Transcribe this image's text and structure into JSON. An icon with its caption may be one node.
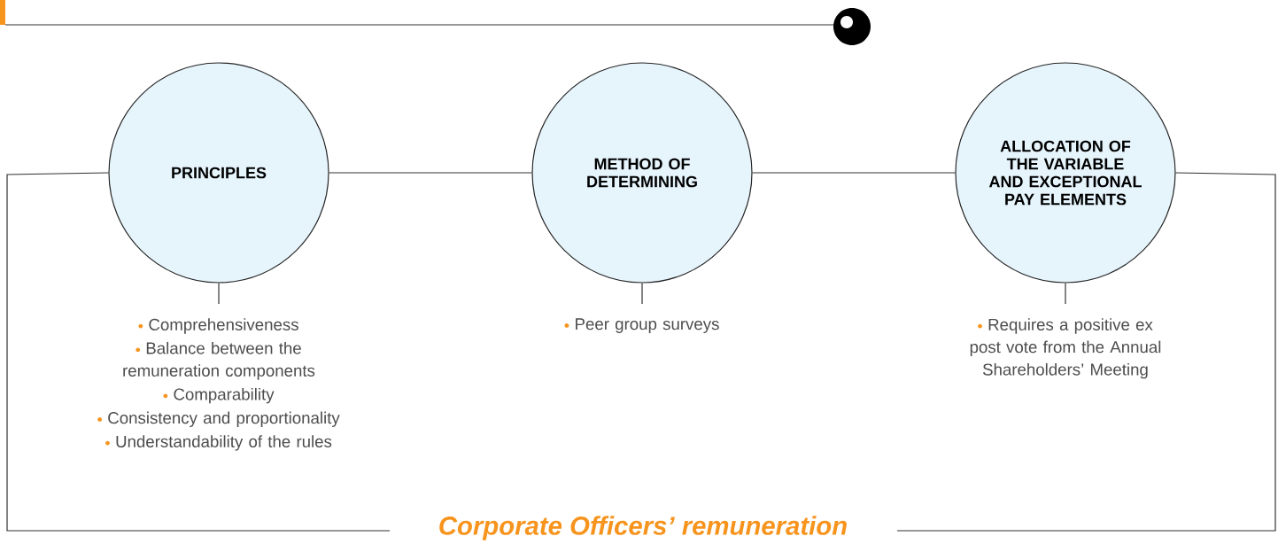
{
  "diagram": {
    "title": "Corporate Officers’ remuneration",
    "nodes": [
      {
        "text": [
          "PRINCIPLES"
        ]
      },
      {
        "text": [
          "METHOD OF DETERMINING"
        ]
      },
      {
        "text": [
          "ALLOCATION OF THE VARIABLE AND EXCEPTIONAL PAY ELEMENTS"
        ]
      },
      {
        "text": [
          "Comprehensiveness",
          "Balance between the remuneration components",
          "Comparability",
          "Consistency and proportionality",
          "Understandability of the rules"
        ]
      },
      {
        "text": [
          "Peer group surveys"
        ]
      },
      {
        "text": [
          "Requires a positive ex post vote from the Annual Shareholders’ Meeting"
        ]
      }
    ],
    "edges": [
      {
        "from": 0,
        "to": 1,
        "arrow": "none"
      },
      {
        "from": 1,
        "to": 2,
        "arrow": "none"
      },
      {
        "from": 0,
        "to": 3,
        "arrow": "none"
      },
      {
        "from": 1,
        "to": 4,
        "arrow": "none"
      },
      {
        "from": 2,
        "to": 5,
        "arrow": "none"
      }
    ]
  }
}
